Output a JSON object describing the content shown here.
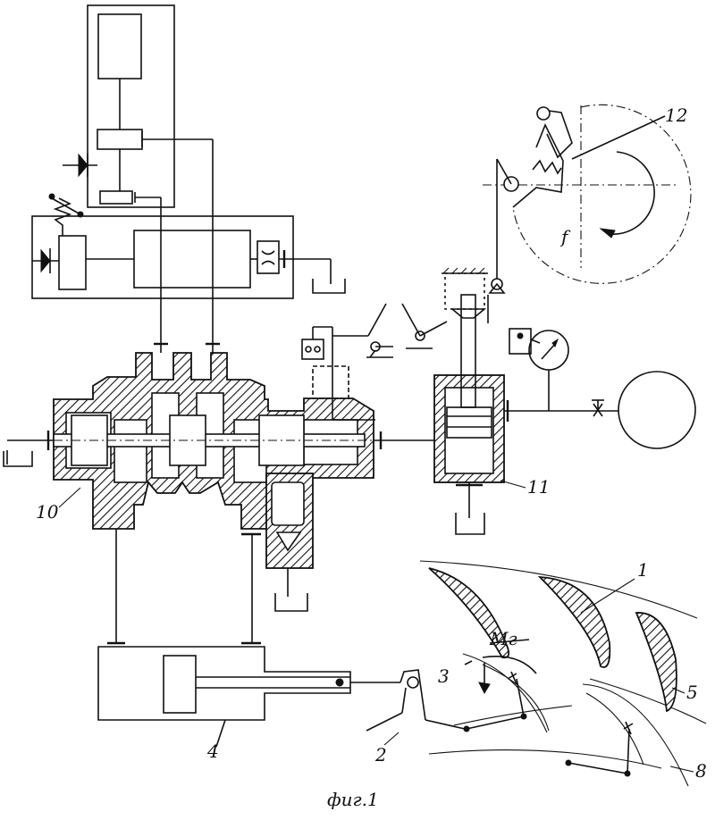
{
  "labels": {
    "l1": "1",
    "l2": "2",
    "l3": "3",
    "l4": "4",
    "l5": "5",
    "l8": "8",
    "l10": "10",
    "l11": "11",
    "l12": "12",
    "lf": "f",
    "lmg": "Мг"
  },
  "caption": "фиг.1"
}
